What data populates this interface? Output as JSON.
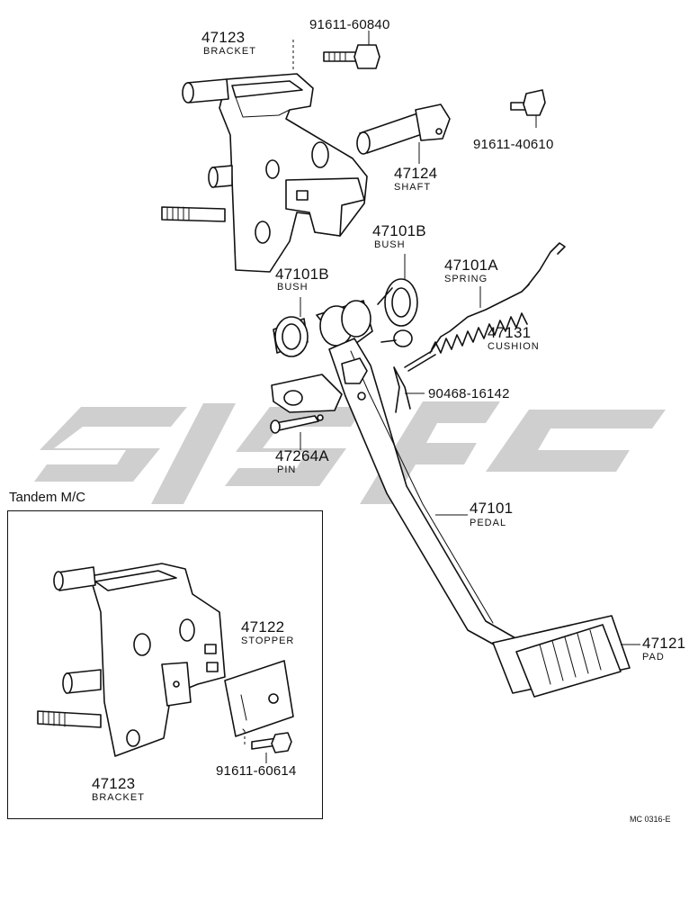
{
  "diagram": {
    "main_parts": [
      {
        "id": "bracket",
        "number": "47123",
        "name": "BRACKET"
      },
      {
        "id": "bolt-top",
        "number": "91611-60840",
        "name": ""
      },
      {
        "id": "bolt-right",
        "number": "91611-40610",
        "name": ""
      },
      {
        "id": "shaft",
        "number": "47124",
        "name": "SHAFT"
      },
      {
        "id": "bush-right",
        "number": "47101B",
        "name": "BUSH"
      },
      {
        "id": "bush-left",
        "number": "47101B",
        "name": "BUSH"
      },
      {
        "id": "spring",
        "number": "47101A",
        "name": "SPRING"
      },
      {
        "id": "cushion",
        "number": "47131",
        "name": "CUSHION"
      },
      {
        "id": "clip",
        "number": "90468-16142",
        "name": ""
      },
      {
        "id": "pin",
        "number": "47264A",
        "name": "PIN"
      },
      {
        "id": "pedal",
        "number": "47101",
        "name": "PEDAL"
      },
      {
        "id": "pad",
        "number": "47121",
        "name": "PAD"
      }
    ],
    "inset": {
      "title": "Tandem M/C",
      "parts": [
        {
          "id": "stopper",
          "number": "47122",
          "name": "STOPPER"
        },
        {
          "id": "inset-bolt",
          "number": "91611-60614",
          "name": ""
        },
        {
          "id": "inset-bracket",
          "number": "47123",
          "name": "BRACKET"
        }
      ]
    },
    "reference_code": "MC 0316-E"
  }
}
